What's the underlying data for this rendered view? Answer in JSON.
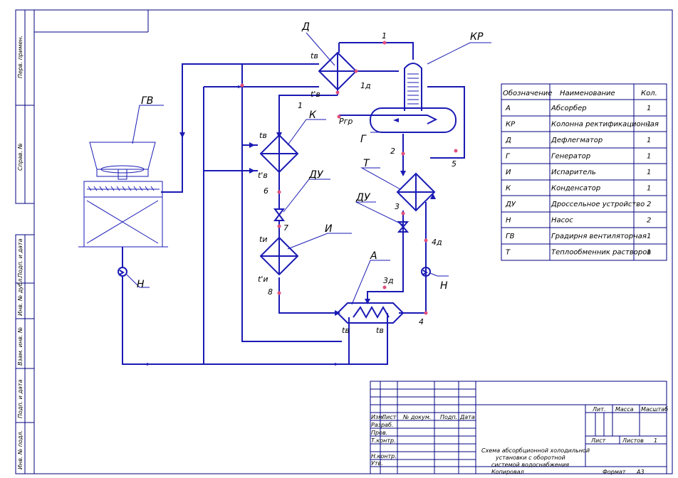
{
  "labels": {
    "gv": "ГВ",
    "d": "Д",
    "kr": "КР",
    "k": "К",
    "g": "Г",
    "t": "Т",
    "du1": "ДУ",
    "du2": "ДУ",
    "i": "И",
    "a": "А",
    "n1": "Н",
    "n2": "Н",
    "pt1": "1",
    "pt1b": "1",
    "pt1d": "1д",
    "pt2": "2",
    "pt3": "3",
    "pt3d": "3д",
    "pt4": "4",
    "pt4d": "4д",
    "pt5": "5",
    "pt6": "6",
    "pt7": "7",
    "pt8": "8",
    "tw_d": "tв",
    "tw_d2": "t'в",
    "tw_k1": "tв",
    "tw_k2": "t'в",
    "t_i1": "tи",
    "t_i2": "t'и",
    "t_a1": "tв",
    "t_a2": "tв",
    "p_gen": "Pгр"
  },
  "spec_table": {
    "headers": [
      "Обозначение",
      "Наименование",
      "Кол."
    ],
    "rows": [
      [
        "А",
        "Абсорбер",
        "1"
      ],
      [
        "КР",
        "Колонна ректификационная",
        "1"
      ],
      [
        "Д",
        "Дефлегматор",
        "1"
      ],
      [
        "Г",
        "Генератор",
        "1"
      ],
      [
        "И",
        "Испаритель",
        "1"
      ],
      [
        "К",
        "Конденсатор",
        "1"
      ],
      [
        "ДУ",
        "Дроссельное устройство",
        "2"
      ],
      [
        "Н",
        "Насос",
        "2"
      ],
      [
        "ГВ",
        "Градирня вентиляторная",
        "1"
      ],
      [
        "Т",
        "Теплообменник растворов",
        "1"
      ]
    ]
  },
  "side_stamp": [
    "Перв. примен.",
    "Справ. №",
    "Подп. и дата",
    "Инв. № дубл.",
    "Взам. инв. №",
    "Подп. и дата",
    "Инв. № подл."
  ],
  "title_block": {
    "col_headers": [
      "Изм.",
      "Лист",
      "№ докум.",
      "Подп.",
      "Дата"
    ],
    "roles": [
      "Разраб.",
      "Пров.",
      "Т.контр.",
      "",
      "Н.контр.",
      "Утв."
    ],
    "title_lines": [
      "Схема абсорбционной холодильной",
      "установки с оборотной",
      "системой водоснабжения"
    ],
    "lit": "Лит.",
    "mass": "Масса",
    "scale": "Масштаб",
    "sheet": "Лист",
    "sheets": "Листов",
    "sheets_value": "1",
    "copied": "Копировал",
    "format": "Формат",
    "format_value": "А3"
  }
}
